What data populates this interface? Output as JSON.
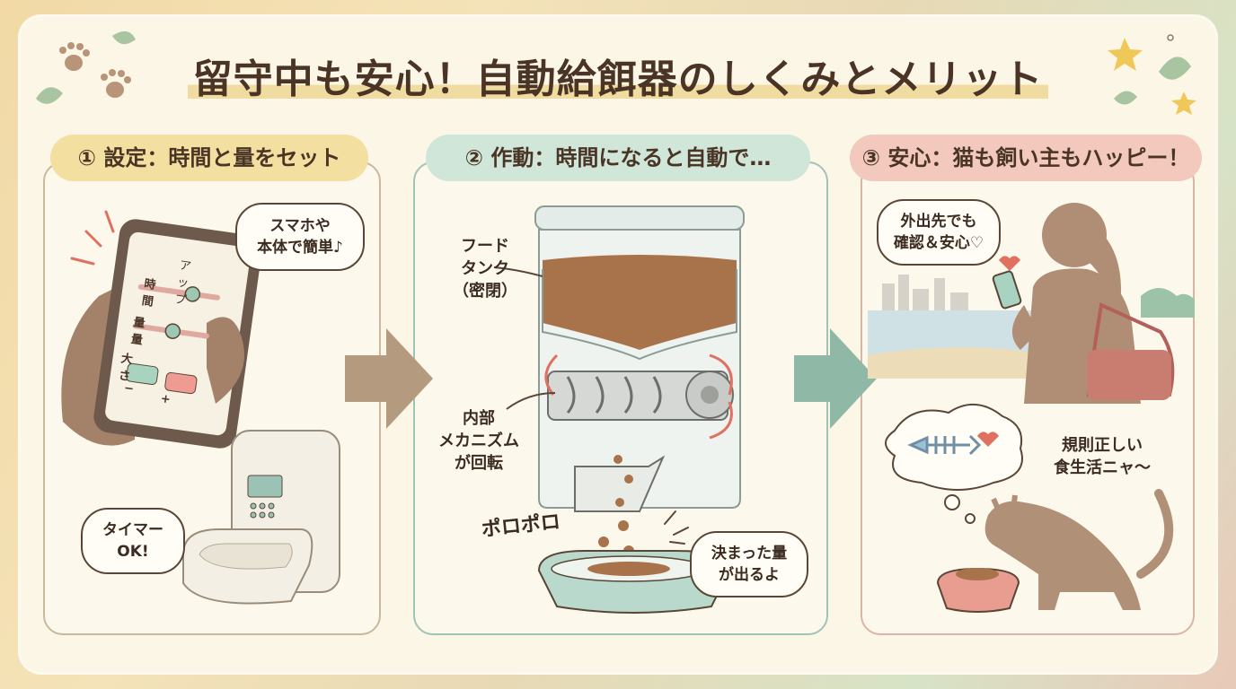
{
  "title": "留守中も安心！自動給餌器のしくみとメリット",
  "steps": [
    {
      "heading": "① 設定：時間と量をセット",
      "phone": {
        "app_title": "アップ",
        "time_label": "時間",
        "amount_label": "量量",
        "size_label": "大さ",
        "minus": "−",
        "plus": "+"
      },
      "bubble_phone": [
        "スマホや",
        "本体で簡単♪"
      ],
      "bubble_timer": [
        "タイマー",
        "OK!"
      ]
    },
    {
      "heading": "② 作動：時間になると自動で…",
      "tank_label": [
        "フード",
        "タンク",
        "（密閉）"
      ],
      "mechanism_label": [
        "内部",
        "メカニズム",
        "が回転"
      ],
      "sound": "ポロポロ",
      "bubble_amount": [
        "決まった量",
        "が出るよ"
      ]
    },
    {
      "heading": "③ 安心：猫も飼い主もハッピー！",
      "bubble_owner": [
        "外出先でも",
        "確認＆安心♡"
      ],
      "cat_caption": [
        "規則正しい",
        "食生活ニャ〜"
      ]
    }
  ],
  "colors": {
    "title_text": "#4a3426",
    "arrow_brown": "#b49a7e",
    "arrow_green": "#8fb8a6",
    "food": "#a8734a"
  }
}
